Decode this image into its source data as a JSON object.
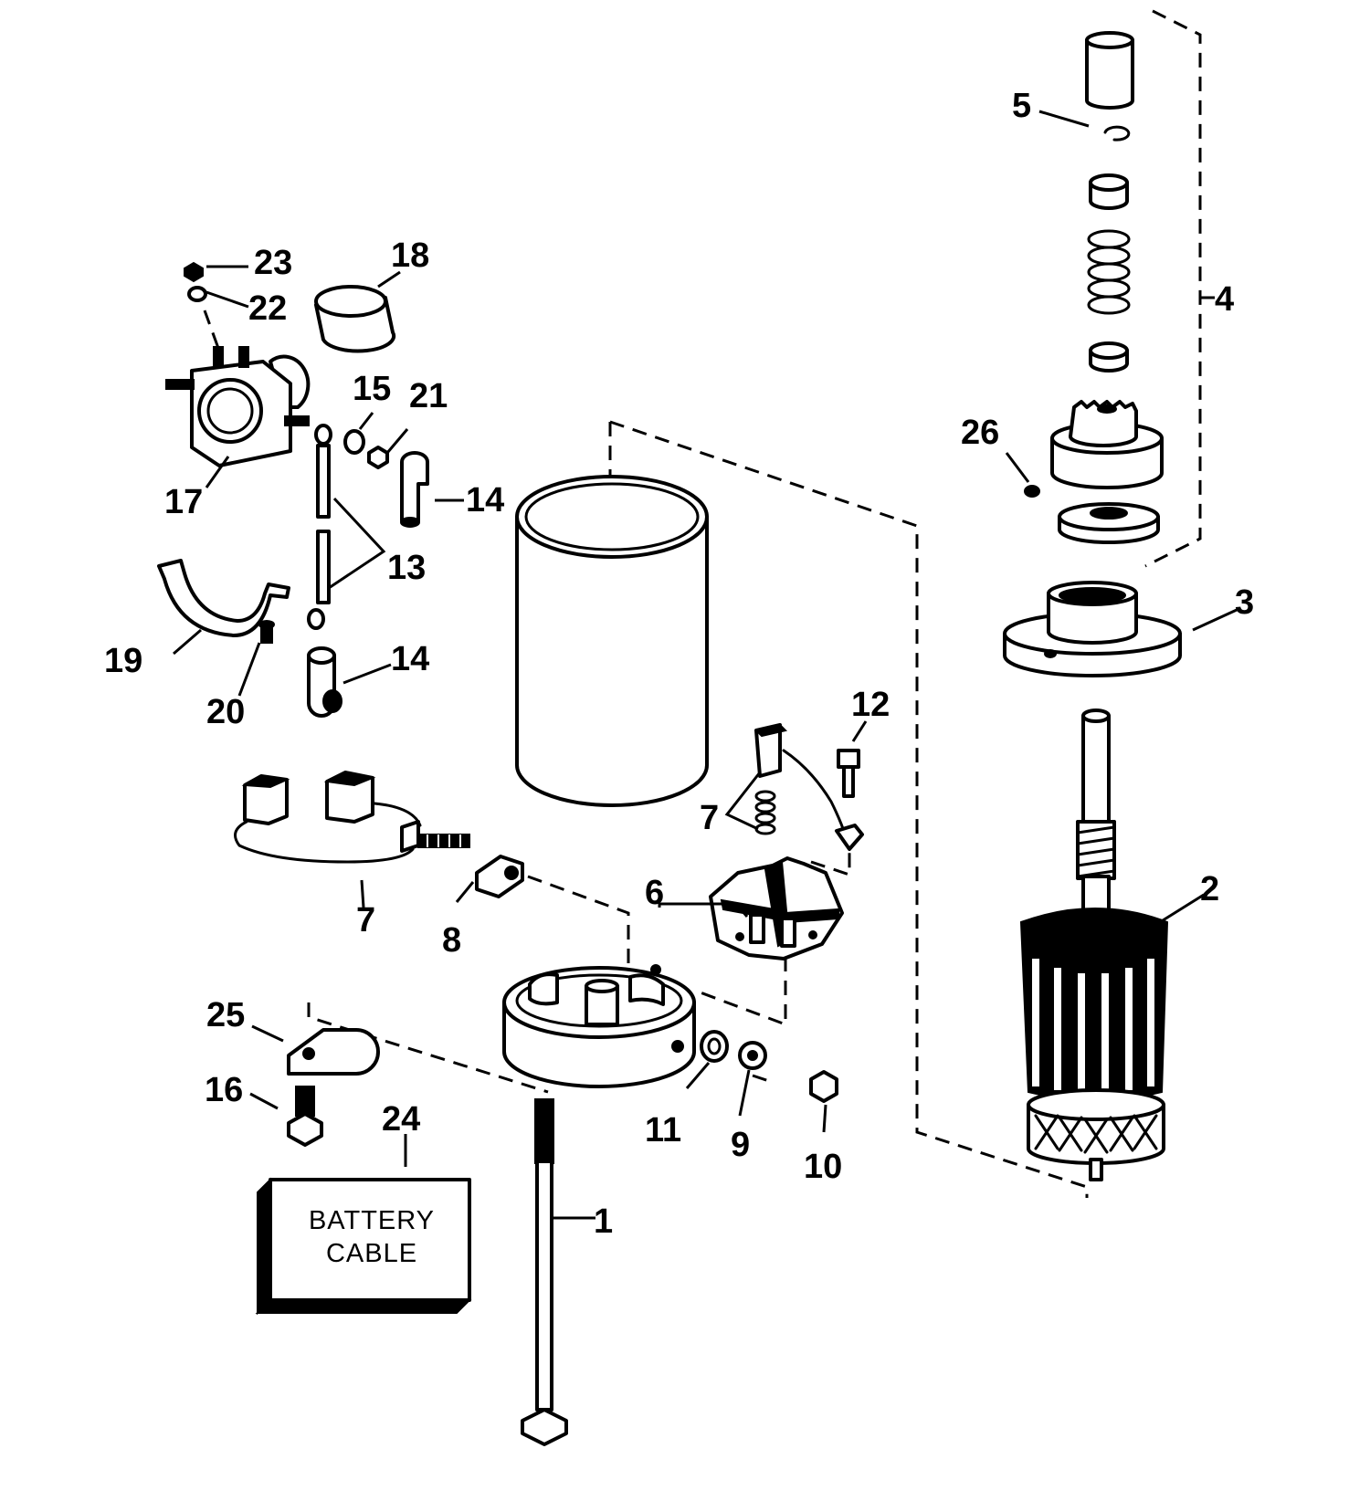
{
  "callouts": [
    {
      "id": "1",
      "label": "1"
    },
    {
      "id": "2",
      "label": "2"
    },
    {
      "id": "3",
      "label": "3"
    },
    {
      "id": "4",
      "label": "4"
    },
    {
      "id": "5",
      "label": "5"
    },
    {
      "id": "6",
      "label": "6"
    },
    {
      "id": "7a",
      "label": "7"
    },
    {
      "id": "7b",
      "label": "7"
    },
    {
      "id": "8",
      "label": "8"
    },
    {
      "id": "9",
      "label": "9"
    },
    {
      "id": "10",
      "label": "10"
    },
    {
      "id": "11",
      "label": "11"
    },
    {
      "id": "12",
      "label": "12"
    },
    {
      "id": "13",
      "label": "13"
    },
    {
      "id": "14a",
      "label": "14"
    },
    {
      "id": "14b",
      "label": "14"
    },
    {
      "id": "15",
      "label": "15"
    },
    {
      "id": "16",
      "label": "16"
    },
    {
      "id": "17",
      "label": "17"
    },
    {
      "id": "18",
      "label": "18"
    },
    {
      "id": "19",
      "label": "19"
    },
    {
      "id": "20",
      "label": "20"
    },
    {
      "id": "21",
      "label": "21"
    },
    {
      "id": "22",
      "label": "22"
    },
    {
      "id": "23",
      "label": "23"
    },
    {
      "id": "24",
      "label": "24"
    },
    {
      "id": "25",
      "label": "25"
    },
    {
      "id": "26",
      "label": "26"
    }
  ],
  "battery_box": {
    "line1": "BATTERY",
    "line2": "CABLE"
  }
}
